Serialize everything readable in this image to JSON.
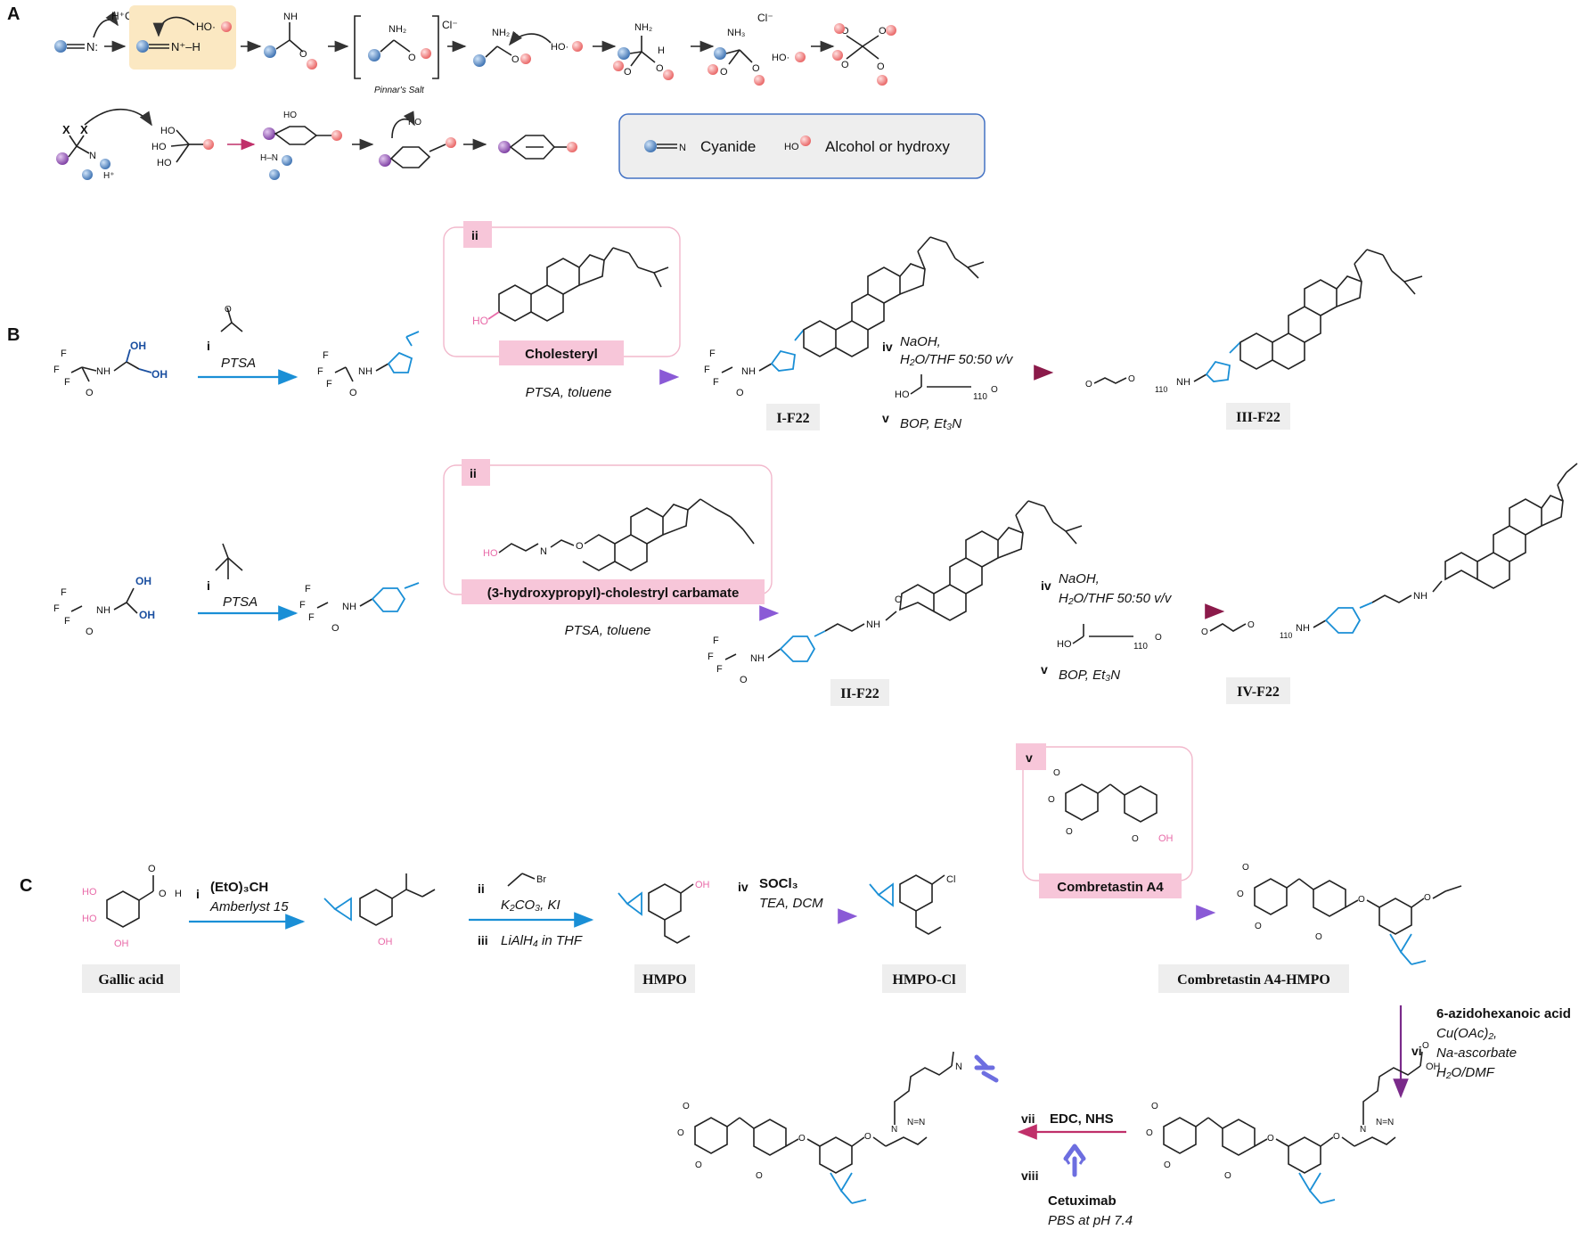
{
  "panels": {
    "A": "A",
    "B": "B",
    "C": "C"
  },
  "panelA": {
    "hcl": "H⁺Cl⁻",
    "pinner_salt": "Pinnar's Salt",
    "legend": {
      "cyanide": "Cyanide",
      "alcohol": "Alcohol or hydroxy"
    },
    "atoms": {
      "n": "N:",
      "nh": "N⁺–H",
      "ho": "HO·",
      "nh2": "NH₂",
      "cl": "Cl⁻",
      "x": "X",
      "ho2": "HO",
      "h": "H⁺"
    }
  },
  "panelB": {
    "row1": {
      "step_i": "i",
      "reagent_i": "PTSA",
      "box_tag": "ii",
      "box_name": "Cholesteryl",
      "cond_ii": "PTSA, toluene",
      "step_iv": "iv",
      "reagent_iv": "NaOH,",
      "reagent_iv2": "H₂O/THF 50:50 v/v",
      "step_v": "v",
      "reagent_v": "BOP, Et₃N",
      "product1": "I-F22",
      "product2": "III-F22",
      "peg": "110",
      "sm_labels": {
        "f": "F",
        "oh": "OH",
        "nh": "NH",
        "o": "O",
        "ho": "HO"
      }
    },
    "row2": {
      "step_i": "i",
      "reagent_i": "PTSA",
      "box_tag": "ii",
      "box_name": "(3-hydroxypropyl)-cholestryl carbamate",
      "cond_ii": "PTSA, toluene",
      "step_iv": "iv",
      "reagent_iv": "NaOH,",
      "reagent_iv2": "H₂O/THF 50:50 v/v",
      "step_v": "v",
      "reagent_v": "BOP, Et₃N",
      "product1": "II-F22",
      "product2": "IV-F22",
      "peg": "110"
    }
  },
  "panelC": {
    "sm": "Gallic acid",
    "step_i": "i",
    "reagent_i": "(EtO)₃CH",
    "reagent_i2": "Amberlyst 15",
    "step_ii": "ii",
    "reagent_ii": "K₂CO₃, KI",
    "step_iii": "iii",
    "reagent_iii": "LiAlH₄ in THF",
    "int1": "HMPO",
    "step_iv": "iv",
    "reagent_iv": "SOCl₃",
    "reagent_iv2": "TEA, DCM",
    "int2": "HMPO-Cl",
    "box_tag": "v",
    "box_name": "Combretastin A4",
    "int3": "Combretastin A4-HMPO",
    "step_vi": "vi",
    "reagent_vi": "6-azidohexanoic acid",
    "reagent_vi2": "Cu(OAc)₂,",
    "reagent_vi3": "Na-ascorbate",
    "reagent_vi4": "H₂O/DMF",
    "step_vii": "vii",
    "reagent_vii": "EDC, NHS",
    "step_viii": "viii",
    "reagent_viii": "Cetuximab",
    "reagent_viii2": "PBS at pH 7.4",
    "atoms": {
      "br": "Br",
      "cl": "Cl",
      "oh": "OH",
      "ho": "HO",
      "o": "O",
      "n": "N",
      "h": "H"
    }
  },
  "colors": {
    "blue": "#1a8fd6",
    "pink": "#e86aa8",
    "purple": "#7a2a8a",
    "highlight": "#fbe8c2",
    "tagbg": "#f7c6d9",
    "grey": "#eeeeee",
    "antibody": "#6d6ee0"
  }
}
